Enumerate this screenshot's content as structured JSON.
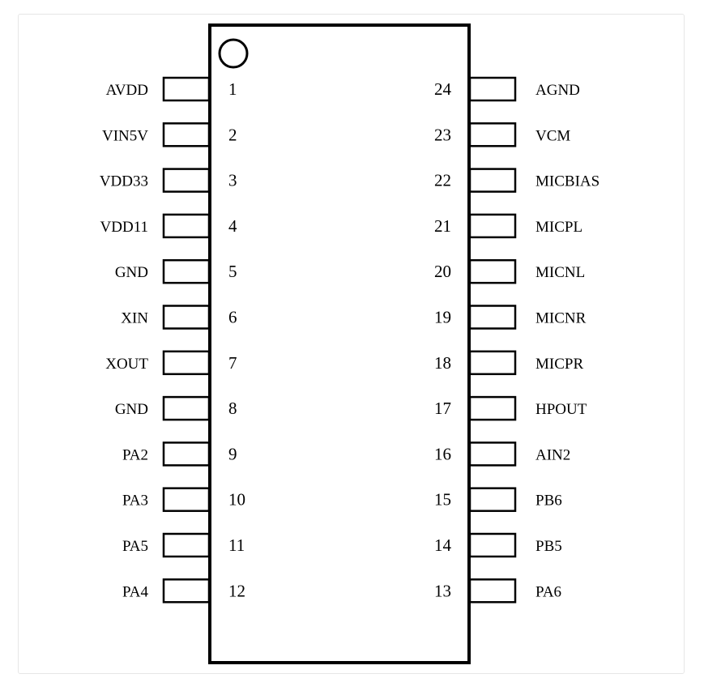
{
  "chip": {
    "colors": {
      "stroke": "#000000",
      "background": "#ffffff",
      "frame_border": "#e6e6e6"
    },
    "left_pins": [
      {
        "number": "1",
        "name": "AVDD"
      },
      {
        "number": "2",
        "name": "VIN5V"
      },
      {
        "number": "3",
        "name": "VDD33"
      },
      {
        "number": "4",
        "name": "VDD11"
      },
      {
        "number": "5",
        "name": "GND"
      },
      {
        "number": "6",
        "name": "XIN"
      },
      {
        "number": "7",
        "name": "XOUT"
      },
      {
        "number": "8",
        "name": "GND"
      },
      {
        "number": "9",
        "name": "PA2"
      },
      {
        "number": "10",
        "name": "PA3"
      },
      {
        "number": "11",
        "name": "PA5"
      },
      {
        "number": "12",
        "name": "PA4"
      }
    ],
    "right_pins": [
      {
        "number": "24",
        "name": "AGND"
      },
      {
        "number": "23",
        "name": "VCM"
      },
      {
        "number": "22",
        "name": "MICBIAS"
      },
      {
        "number": "21",
        "name": "MICPL"
      },
      {
        "number": "20",
        "name": "MICNL"
      },
      {
        "number": "19",
        "name": "MICNR"
      },
      {
        "number": "18",
        "name": "MICPR"
      },
      {
        "number": "17",
        "name": "HPOUT"
      },
      {
        "number": "16",
        "name": "AIN2"
      },
      {
        "number": "15",
        "name": "PB6"
      },
      {
        "number": "14",
        "name": "PB5"
      },
      {
        "number": "13",
        "name": "PA6"
      }
    ]
  }
}
